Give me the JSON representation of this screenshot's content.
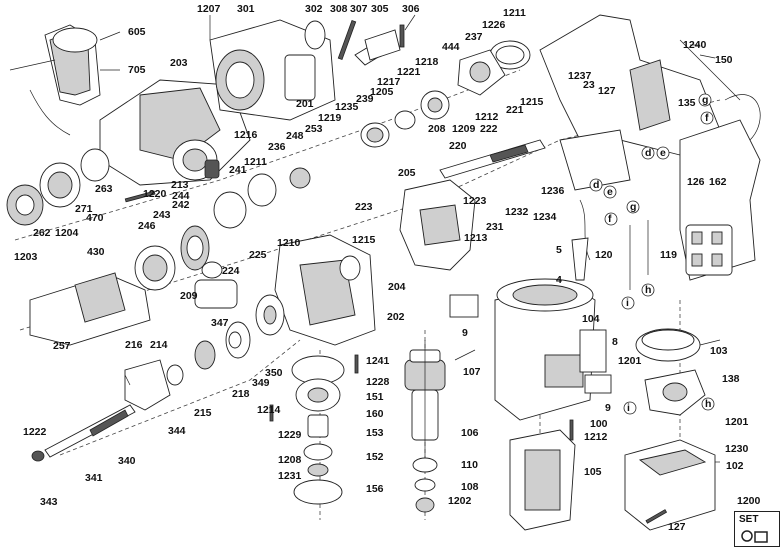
{
  "labels": {
    "605": "605",
    "705": "705",
    "1207": "1207",
    "301": "301",
    "302": "302",
    "308": "308",
    "307": "307",
    "305": "305",
    "306": "306",
    "1211a": "1211",
    "1226": "1226",
    "444": "444",
    "237": "237",
    "150": "150",
    "1240": "1240",
    "203": "203",
    "1218": "1218",
    "1221": "1221",
    "1217": "1217",
    "1205": "1205",
    "239": "239",
    "1235": "1235",
    "201": "201",
    "1219": "1219",
    "208": "208",
    "1209": "1209",
    "1212a": "1212",
    "222": "222",
    "221": "221",
    "1215a": "1215",
    "23": "23",
    "1237": "1237",
    "127a": "127",
    "135": "135",
    "g1": "g",
    "f1": "f",
    "d1": "d",
    "e1": "e",
    "1216": "1216",
    "248": "248",
    "253": "253",
    "236": "236",
    "220": "220",
    "1236": "1236",
    "126": "126",
    "162": "162",
    "213": "213",
    "241": "241",
    "1211b": "1211",
    "205": "205",
    "d2": "d",
    "e2": "e",
    "263": "263",
    "1220": "1220",
    "244": "244",
    "242": "242",
    "1223": "1223",
    "271": "271",
    "470": "470",
    "223": "223",
    "1232": "1232",
    "1234": "1234",
    "246": "246",
    "243": "243",
    "231": "231",
    "f2": "f",
    "g2": "g",
    "262": "262",
    "1204": "1204",
    "1213": "1213",
    "5": "5",
    "1203": "1203",
    "430": "430",
    "1215b": "1215",
    "1210": "1210",
    "225": "225",
    "120": "120",
    "119": "119",
    "224": "224",
    "4": "4",
    "209": "209",
    "204": "204",
    "i1": "i",
    "h1": "h",
    "202": "202",
    "347": "347",
    "9a": "9",
    "104": "104",
    "8": "8",
    "257": "257",
    "216": "216",
    "214": "214",
    "103": "103",
    "107": "107",
    "1241": "1241",
    "1201a": "1201",
    "349": "349",
    "350": "350",
    "1228": "1228",
    "138": "138",
    "1214": "1214",
    "151": "151",
    "215": "215",
    "218": "218",
    "160": "160",
    "9b": "9",
    "344": "344",
    "1229": "1229",
    "153": "153",
    "100": "100",
    "i2": "i",
    "h2": "h",
    "1201b": "1201",
    "1222": "1222",
    "106": "106",
    "1212b": "1212",
    "1230": "1230",
    "152": "152",
    "1208": "1208",
    "110": "110",
    "105": "105",
    "102": "102",
    "341": "341",
    "340": "340",
    "1231": "1231",
    "108": "108",
    "156": "156",
    "1202": "1202",
    "343": "343",
    "1200": "1200",
    "127b": "127"
  },
  "set_badge": "SET"
}
